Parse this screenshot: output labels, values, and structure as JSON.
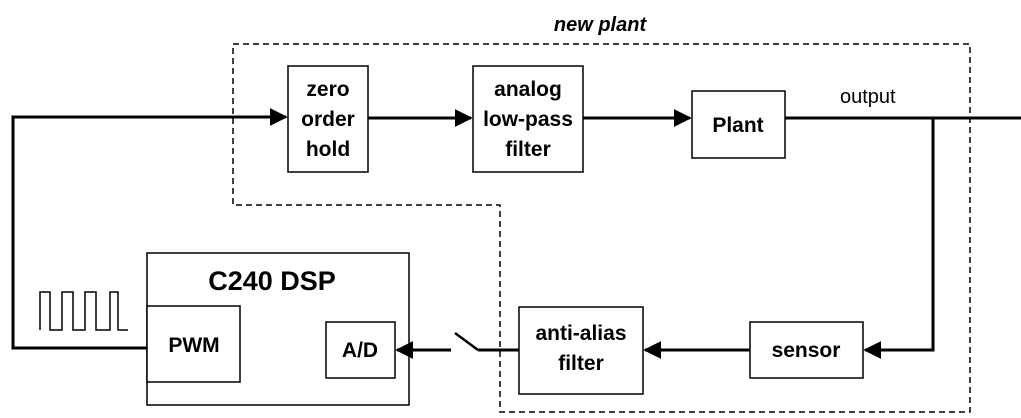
{
  "diagram": {
    "region_title": "new plant",
    "blocks": {
      "zoh": [
        "zero",
        "order",
        "hold"
      ],
      "lpf": [
        "analog",
        "low-pass",
        "filter"
      ],
      "plant": "Plant",
      "sensor": "sensor",
      "antialias": [
        "anti-alias",
        "filter"
      ],
      "dsp": "C240 DSP",
      "pwm": "PWM",
      "adc": "A/D"
    },
    "signals": {
      "output": "output"
    },
    "icons": [
      "pwm-waveform-icon",
      "sampling-switch-icon"
    ]
  }
}
